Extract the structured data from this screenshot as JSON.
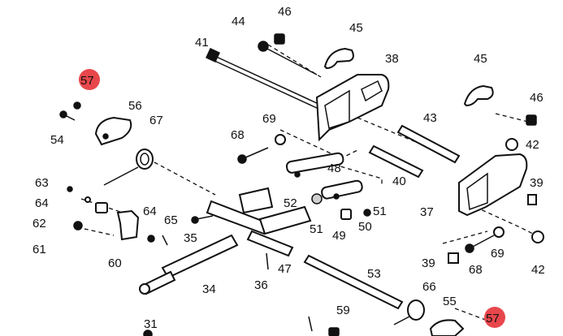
{
  "diagram": {
    "highlight_color": "#e8474c",
    "callouts": {
      "c31": "31",
      "c34": "34",
      "c35": "35",
      "c36": "36",
      "c37": "37",
      "c38": "38",
      "c39a": "39",
      "c39b": "39",
      "c40": "40",
      "c41": "41",
      "c42a": "42",
      "c42b": "42",
      "c43": "43",
      "c44": "44",
      "c45a": "45",
      "c45b": "45",
      "c46a": "46",
      "c46b": "46",
      "c47": "47",
      "c48": "48",
      "c49": "49",
      "c50": "50",
      "c51a": "51",
      "c51b": "51",
      "c52": "52",
      "c53": "53",
      "c54": "54",
      "c55": "55",
      "c56": "56",
      "c57a": "57",
      "c57b": "57",
      "c59": "59",
      "c60": "60",
      "c61": "61",
      "c62": "62",
      "c63": "63",
      "c64a": "64",
      "c64b": "64",
      "c65": "65",
      "c66": "66",
      "c67": "67",
      "c68a": "68",
      "c68b": "68",
      "c69a": "69",
      "c69b": "69"
    }
  }
}
